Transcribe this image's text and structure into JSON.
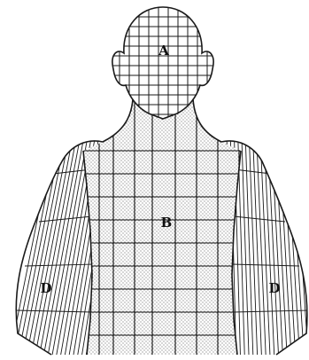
{
  "diagram": {
    "labels": {
      "head": "A",
      "torso": "B",
      "left_arm": "D",
      "right_arm": "D"
    },
    "colors": {
      "ink": "#1a1a1a",
      "stipple": "#3a3a3a",
      "background": "#ffffff"
    }
  }
}
